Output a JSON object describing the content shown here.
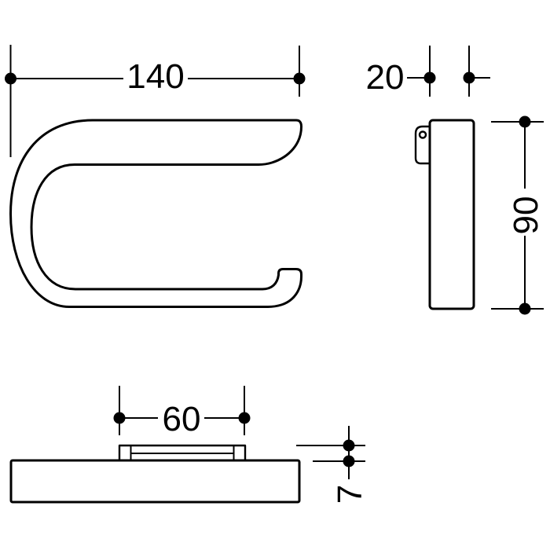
{
  "drawing": {
    "background_color": "#ffffff",
    "line_color": "#000000",
    "dimensions": {
      "width": "140",
      "depth": "20",
      "height": "90",
      "plate_width": "60",
      "plate_thickness": "7"
    }
  }
}
